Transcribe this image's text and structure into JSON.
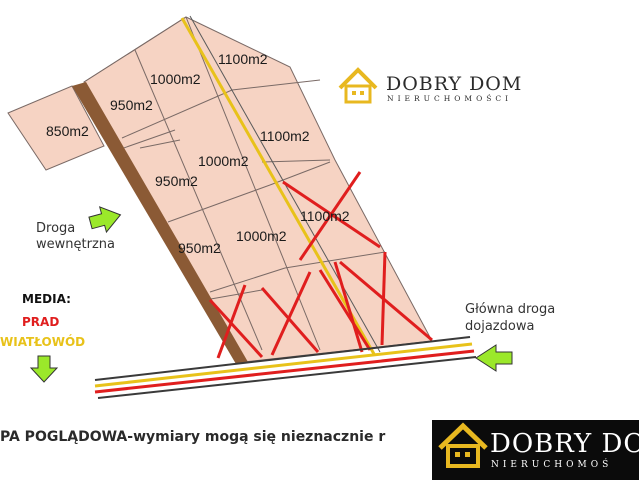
{
  "plots": [
    {
      "id": "p850",
      "area": "850m2"
    },
    {
      "id": "p950-top",
      "area": "950m2"
    },
    {
      "id": "p1000-top",
      "area": "1000m2"
    },
    {
      "id": "p1100-top",
      "area": "1100m2"
    },
    {
      "id": "p950-mid",
      "area": "950m2"
    },
    {
      "id": "p1000-mid",
      "area": "1000m2"
    },
    {
      "id": "p1100-mid",
      "area": "1100m2"
    },
    {
      "id": "p950-low",
      "area": "950m2"
    },
    {
      "id": "p1000-low",
      "area": "1000m2"
    },
    {
      "id": "p1100-sold",
      "area": "1100m2",
      "sold": true
    }
  ],
  "labels": {
    "internal_road_line1": "Droga",
    "internal_road_line2": "wewnętrzna",
    "main_road_line1": "Główna droga",
    "main_road_line2": "dojazdowa"
  },
  "media": {
    "heading": "MEDIA:",
    "power": "PRAD",
    "fiber": "WIATŁOWÓD"
  },
  "caption": "PA POGLĄDOWA-wymiary mogą się nieznacznie r",
  "logo": {
    "name": "DOBRY DOM",
    "subtitle": "NIERUCHOMOŚCI"
  },
  "logo_bottom": {
    "name": "DOBRY DO",
    "subtitle": "NIERUCHOMOŚ"
  },
  "colors": {
    "plot_fill": "#f6d3c3",
    "plot_border": "#7a6a66",
    "internal_road": "#8b5a35",
    "power_line": "#e01e1e",
    "fiber_line": "#e8c21a",
    "arrow_green": "#9be82a",
    "sold_cross": "#e01e1e",
    "logo_gold": "#e8b820"
  }
}
